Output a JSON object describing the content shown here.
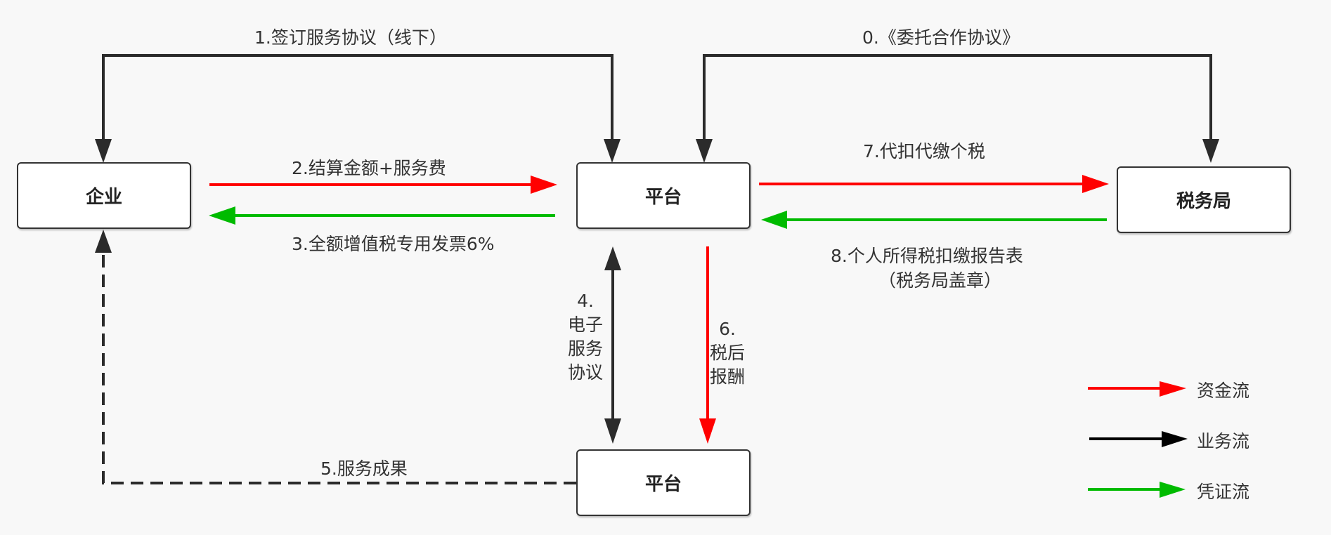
{
  "nodes": {
    "enterprise": "企业",
    "platform_main": "平台",
    "tax_bureau": "税务局",
    "platform_bottom": "平台"
  },
  "flows": [
    {
      "id": "flow-0",
      "label": "0.《委托合作协议》",
      "type": "business"
    },
    {
      "id": "flow-1",
      "label": "1.签订服务协议（线下）",
      "type": "business"
    },
    {
      "id": "flow-2",
      "label": "2.结算金额+服务费",
      "type": "fund"
    },
    {
      "id": "flow-3",
      "label": "3.全额增值税专用发票6%",
      "type": "voucher"
    },
    {
      "id": "flow-4",
      "label": "4.\n电子\n服务\n协议",
      "type": "business"
    },
    {
      "id": "flow-5",
      "label": "5.服务成果",
      "type": "business-dashed"
    },
    {
      "id": "flow-6",
      "label": "6.\n税后\n报酬",
      "type": "fund"
    },
    {
      "id": "flow-7",
      "label": "7.代扣代缴个税",
      "type": "fund"
    },
    {
      "id": "flow-8",
      "label": "8.个人所得税扣缴报告表",
      "label_line2": "（税务局盖章）",
      "type": "voucher"
    }
  ],
  "legend": [
    {
      "label": "资金流",
      "color": "#ff0000"
    },
    {
      "label": "业务流",
      "color": "#000000"
    },
    {
      "label": "凭证流",
      "color": "#00bb00"
    }
  ],
  "colors": {
    "fund": "#ff0000",
    "business": "#2b2b2b",
    "voucher": "#00bb00"
  }
}
